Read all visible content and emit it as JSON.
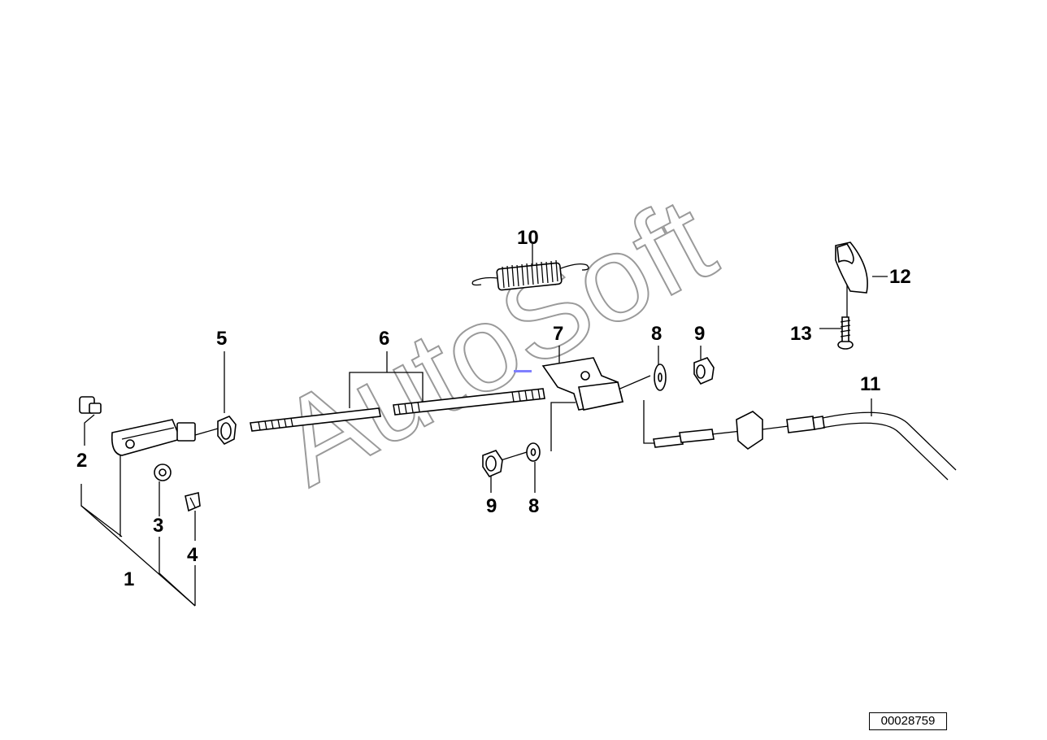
{
  "callouts": [
    "1",
    "2",
    "3",
    "4",
    "5",
    "6",
    "7",
    "8",
    "9",
    "10",
    "11",
    "12",
    "13",
    "9",
    "8"
  ],
  "watermark": "AutoSoft",
  "reference_number": "00028759"
}
